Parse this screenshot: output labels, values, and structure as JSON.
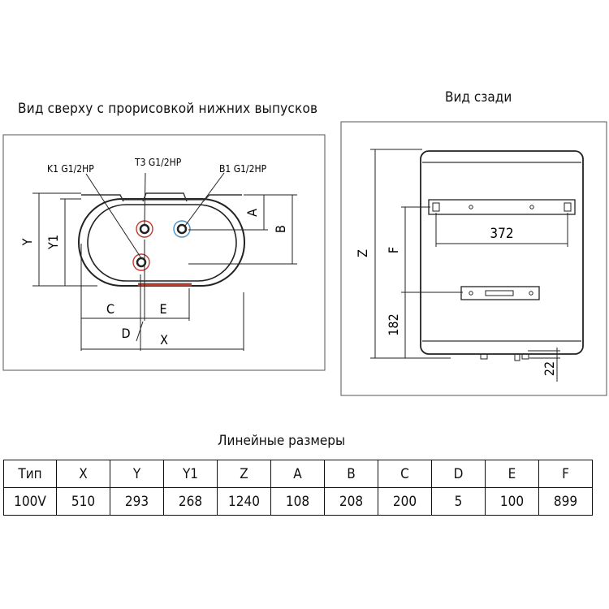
{
  "titles": {
    "top_view": "Вид сверху с прорисовкой нижних выпусков",
    "back_view": "Вид сзади",
    "table": "Линейные размеры"
  },
  "top_view": {
    "pipe_k1": "K1 G1/2HP",
    "pipe_t3": "T3 G1/2HP",
    "pipe_b1": "B1 G1/2HP",
    "dim_y": "Y",
    "dim_y1": "Y1",
    "dim_a": "A",
    "dim_b": "B",
    "dim_c": "C",
    "dim_d": "D",
    "dim_e": "E",
    "dim_x": "X",
    "colors": {
      "hot": "#c0392b",
      "cold": "#4a90c8"
    }
  },
  "back_view": {
    "dim_z": "Z",
    "dim_f": "F",
    "dim_372": "372",
    "dim_182": "182",
    "dim_22": "22"
  },
  "table": {
    "headers": [
      "Тип",
      "X",
      "Y",
      "Y1",
      "Z",
      "A",
      "B",
      "C",
      "D",
      "E",
      "F"
    ],
    "rows": [
      [
        "100V",
        "510",
        "293",
        "268",
        "1240",
        "108",
        "208",
        "200",
        "5",
        "100",
        "899"
      ]
    ]
  }
}
